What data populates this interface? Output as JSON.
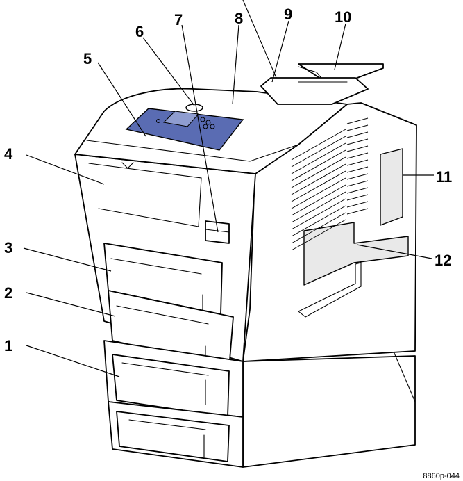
{
  "figure_id": "8860p-044",
  "colors": {
    "control_panel": "#5a6cb3",
    "control_panel_display": "#8f9dd0"
  },
  "callouts": [
    {
      "id": "1",
      "label": "1"
    },
    {
      "id": "2",
      "label": "2"
    },
    {
      "id": "3",
      "label": "3"
    },
    {
      "id": "4",
      "label": "4"
    },
    {
      "id": "5",
      "label": "5"
    },
    {
      "id": "6",
      "label": "6"
    },
    {
      "id": "7",
      "label": "7"
    },
    {
      "id": "8",
      "label": "8"
    },
    {
      "id": "9",
      "label": "9"
    },
    {
      "id": "10",
      "label": "10"
    },
    {
      "id": "11",
      "label": "11"
    },
    {
      "id": "12",
      "label": "12"
    }
  ]
}
